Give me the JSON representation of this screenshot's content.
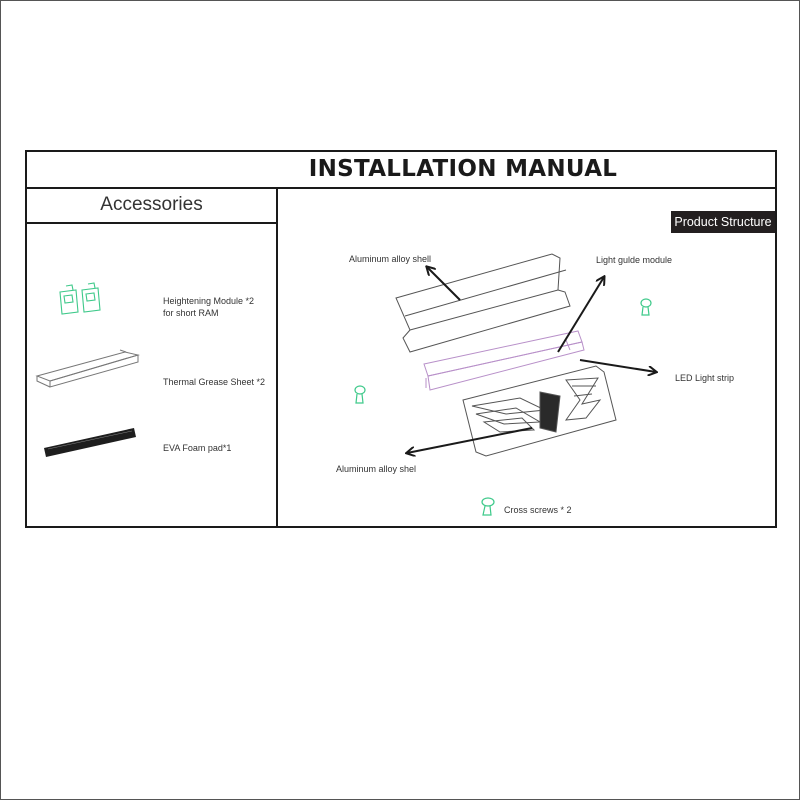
{
  "title": "INSTALLATION MANUAL",
  "accessories": {
    "heading": "Accessories",
    "items": [
      {
        "name": "Heightening Module *2",
        "note": "for short RAM"
      },
      {
        "name": "Thermal Grease Sheet *2"
      },
      {
        "name": "EVA Foam pad*1"
      }
    ]
  },
  "product_structure": {
    "tab_label": "Product Structure",
    "labels": {
      "top_shell": "Aluminum alloy shell",
      "light_guide": "Light gulde module",
      "led_strip": "LED Light strip",
      "bottom_shell": "Aluminum alloy shel",
      "screws": "Cross screws * 2"
    }
  },
  "colors": {
    "border": "#1a1a1a",
    "tab_bg": "#231f20",
    "screw_green": "#3ec98a",
    "guide_purple": "#c9a3d6"
  }
}
